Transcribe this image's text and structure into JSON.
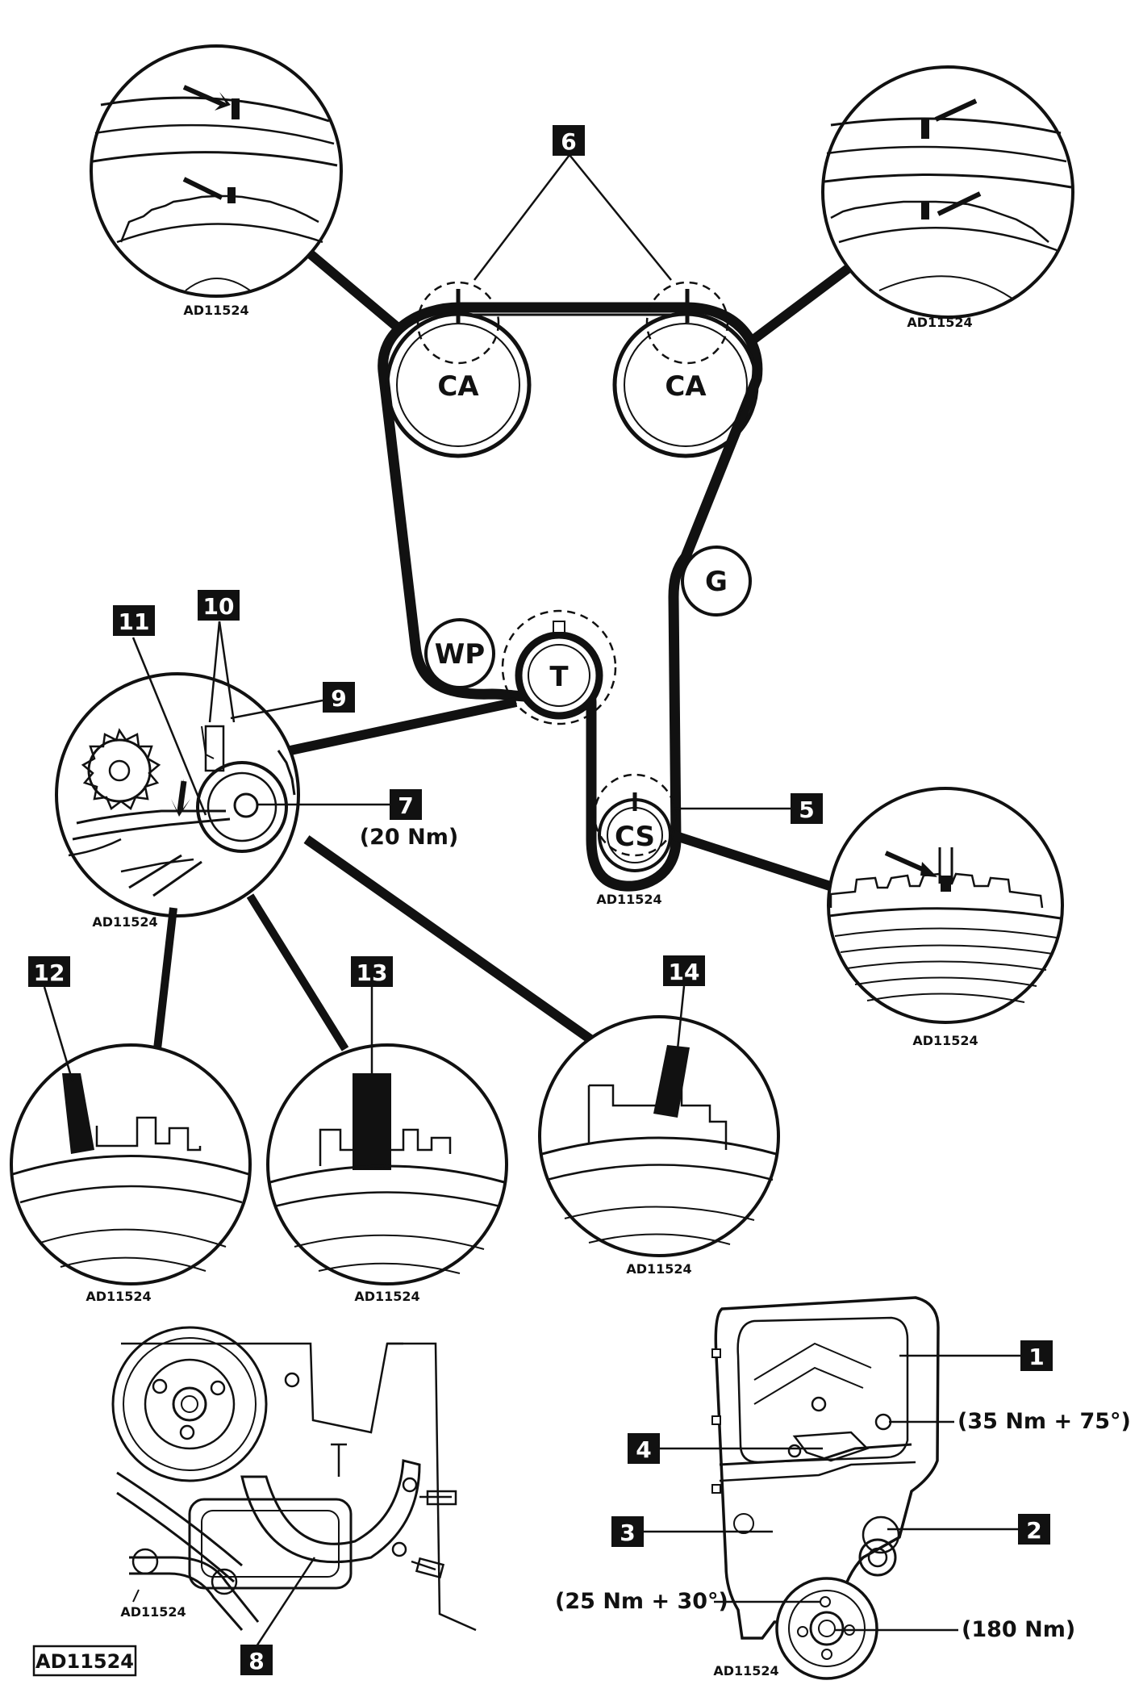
{
  "pulleys": {
    "ca_left": "CA",
    "ca_right": "CA",
    "g": "G",
    "wp": "WP",
    "t": "T",
    "cs": "CS"
  },
  "callouts": {
    "c1": "1",
    "c2": "2",
    "c3": "3",
    "c4": "4",
    "c5": "5",
    "c6": "6",
    "c7": "7",
    "c8": "8",
    "c9": "9",
    "c10": "10",
    "c11": "11",
    "c12": "12",
    "c13": "13",
    "c14": "14"
  },
  "torque": {
    "tensioner": "(20 Nm)",
    "cover_bolt": "(35 Nm + 75°)",
    "pulley_bolt": "(25 Nm + 30°)",
    "crank_bolt": "(180 Nm)"
  },
  "codes": {
    "tl": "AD11524",
    "tr": "AD11524",
    "tensioner_detail": "AD11524",
    "cs_detail": "AD11524",
    "crank_detail": "AD11524",
    "d12": "AD11524",
    "d13": "AD11524",
    "d14": "AD11524",
    "engine": "AD11524",
    "cover": "AD11524",
    "main": "AD11524"
  }
}
